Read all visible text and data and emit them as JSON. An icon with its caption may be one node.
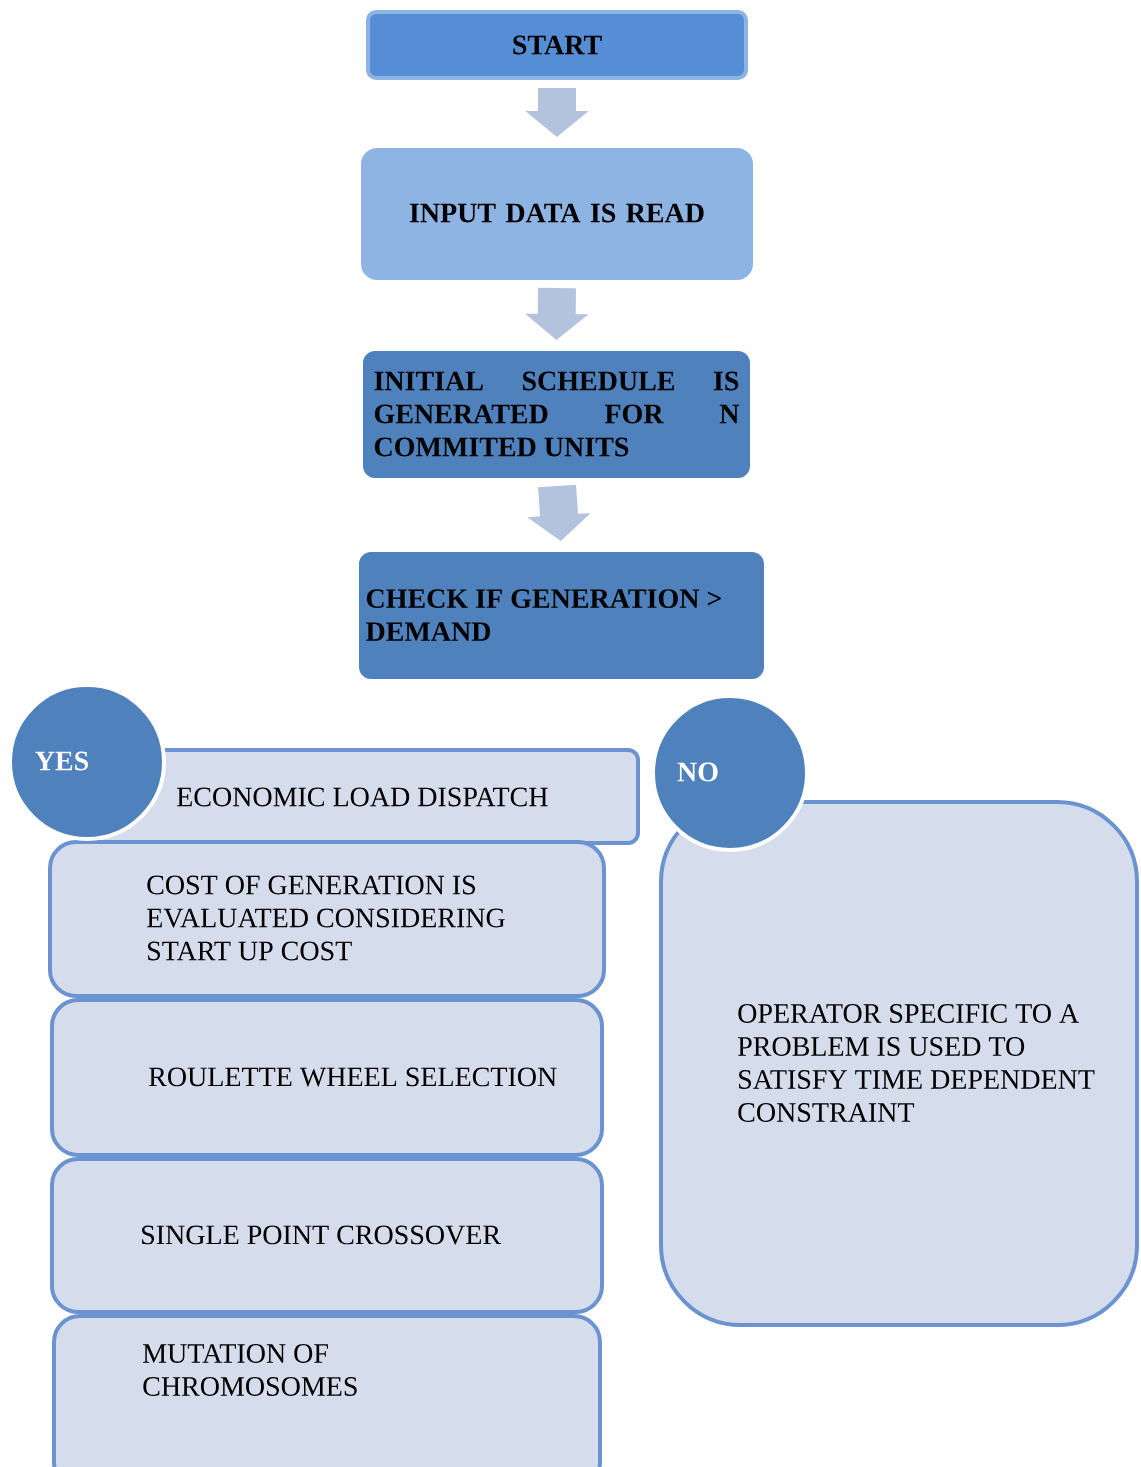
{
  "diagram": {
    "nodes": [
      {
        "text": [
          "START"
        ]
      },
      {
        "text": [
          "INPUT DATA IS READ"
        ]
      },
      {
        "text": [
          "INITIAL SCHEDULE IS GENERATED FOR N COMMITED UNITS"
        ]
      },
      {
        "text": [
          "CHECK IF GENERATION > DEMAND"
        ]
      },
      {
        "text": [
          "YES"
        ]
      },
      {
        "text": [
          "ECONOMIC LOAD DISPATCH"
        ]
      },
      {
        "text": [
          "COST OF GENERATION IS EVALUATED CONSIDERING START UP COST"
        ]
      },
      {
        "text": [
          "ROULETTE WHEEL SELECTION"
        ]
      },
      {
        "text": [
          "SINGLE POINT CROSSOVER"
        ]
      },
      {
        "text": [
          "MUTATION OF CHROMOSOMES"
        ]
      },
      {
        "text": [
          "NO"
        ]
      },
      {
        "text": [
          "OPERATOR SPECIFIC TO A PROBLEM IS USED TO SATISFY TIME DEPENDENT CONSTRAINT"
        ]
      }
    ],
    "edges": [
      {
        "from": 0,
        "to": 1,
        "arrow": "to"
      },
      {
        "from": 1,
        "to": 2,
        "arrow": "to"
      },
      {
        "from": 2,
        "to": 3,
        "arrow": "to"
      }
    ]
  }
}
